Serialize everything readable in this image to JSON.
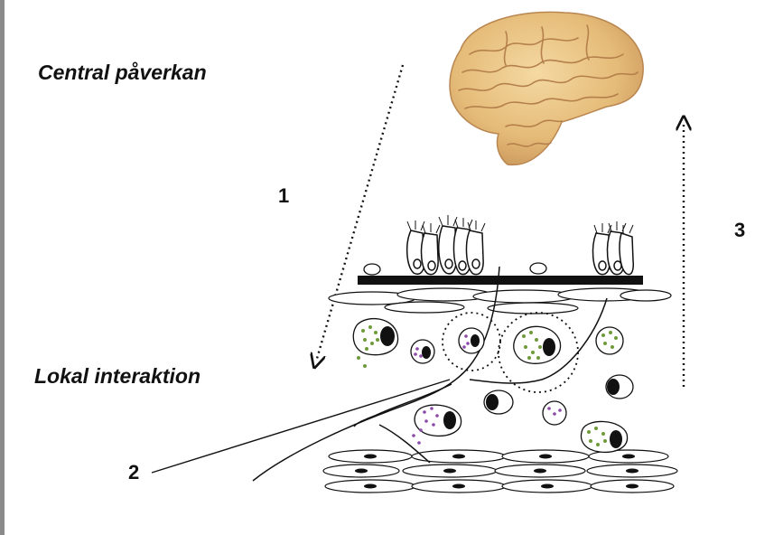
{
  "labels": {
    "central": "Central påverkan",
    "local": "Lokal interaktion",
    "step1": "1",
    "step2": "2",
    "step3": "3"
  },
  "icons": [
    "brain-icon"
  ],
  "colors": {
    "ink": "#111111",
    "brain_fill": "#e9c27e",
    "brain_shade": "#c9955a",
    "granule_green": "#6f9a3a",
    "granule_purple": "#8a4aa8",
    "left_border": "#8a8a8a"
  }
}
